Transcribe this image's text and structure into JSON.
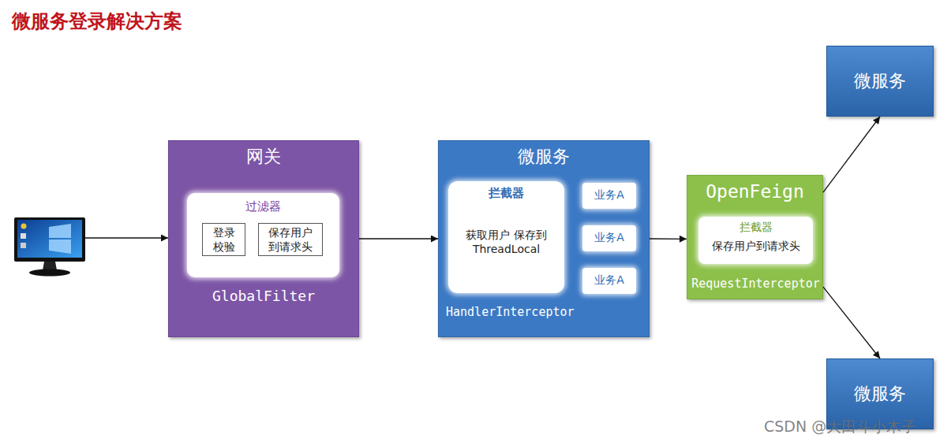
{
  "diagram": {
    "title": "微服务登录解决方案",
    "nodes": [
      {
        "text": [
          "网关",
          "GlobalFilter"
        ]
      },
      {
        "text": [
          "过滤器"
        ],
        "in": 0
      },
      {
        "text": [
          "登录 校验"
        ],
        "in": 1
      },
      {
        "text": [
          "保存用户 到请求头"
        ],
        "in": 1
      },
      {
        "text": [
          "微服务",
          "HandlerInterceptor"
        ]
      },
      {
        "text": [
          "拦截器",
          "获取用户 保存到ThreadLocal"
        ],
        "in": 4
      },
      {
        "text": [
          "业务A"
        ],
        "in": 4
      },
      {
        "text": [
          "业务A"
        ],
        "in": 4
      },
      {
        "text": [
          "业务A"
        ],
        "in": 4
      },
      {
        "text": [
          "OpenFeign",
          "RequestInterceptor"
        ]
      },
      {
        "text": [
          "拦截器",
          "保存用户到请求头"
        ],
        "in": 9
      },
      {
        "text": [
          "微服务"
        ]
      },
      {
        "text": [
          "微服务"
        ]
      }
    ],
    "edges": [
      {
        "from": 0,
        "to": 4,
        "arrow": "to"
      },
      {
        "from": 4,
        "to": 9,
        "arrow": "to"
      },
      {
        "from": 9,
        "to": 11,
        "arrow": "to"
      },
      {
        "from": 9,
        "to": 12,
        "arrow": "to"
      }
    ],
    "labels": [
      "CSDN @大田斗小木子"
    ]
  }
}
